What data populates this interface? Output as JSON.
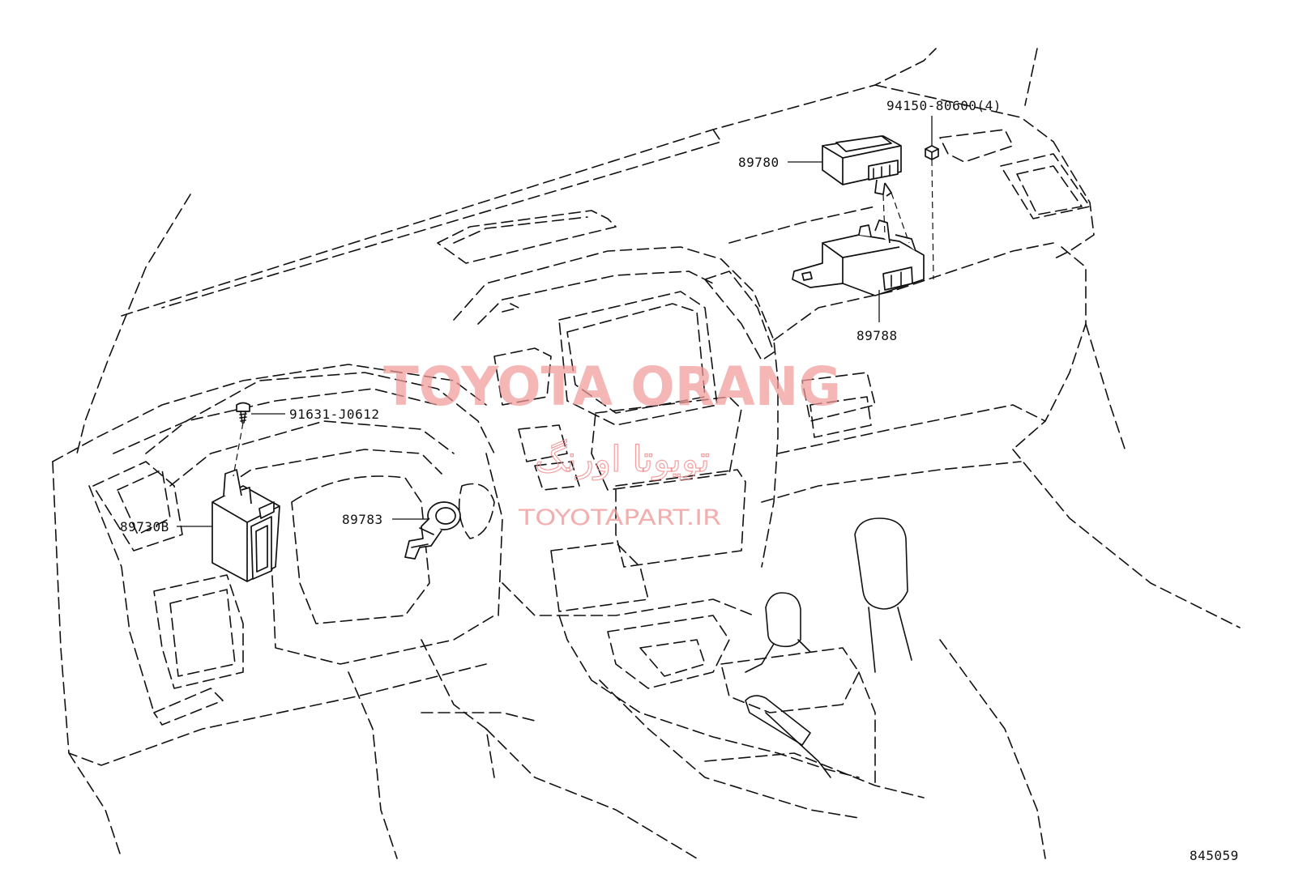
{
  "diagram": {
    "parts": [
      {
        "id": "p1",
        "number": "94150-80600(4)"
      },
      {
        "id": "p2",
        "number": "89780"
      },
      {
        "id": "p3",
        "number": "89788"
      },
      {
        "id": "p4",
        "number": "91631-J0612"
      },
      {
        "id": "p5",
        "number": "89783"
      },
      {
        "id": "p6",
        "number": "89730B"
      }
    ],
    "figure_number": "845059"
  },
  "watermark": {
    "brand_latin": "TOYOTA ORANG",
    "brand_farsi": "تویوتا اورنگ",
    "site": "TOYOTAPART.IR"
  },
  "colors": {
    "line": "#111111",
    "watermark": "#f19a9a"
  }
}
